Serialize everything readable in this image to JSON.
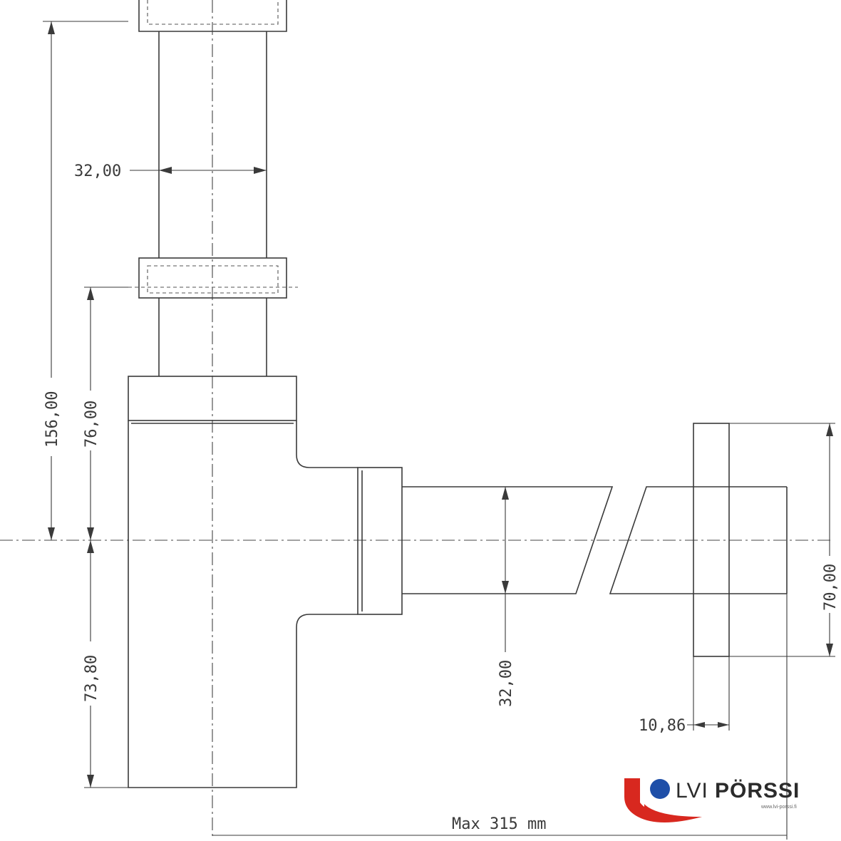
{
  "dimensions": {
    "pipe_diameter_vertical": "32,00",
    "total_height": "156,00",
    "upper_height": "76,00",
    "lower_height": "73,80",
    "outlet_diameter": "32,00",
    "wall_flange_height": "70,00",
    "wall_flange_depth": "10,86",
    "max_length": "Max 315 mm"
  },
  "logo": {
    "brand_light": "LVI",
    "brand_bold": "PÖRSSI",
    "url": "www.lvi-porssi.fi",
    "colors": {
      "red": "#d8281f",
      "blue": "#1f4fa8"
    }
  }
}
